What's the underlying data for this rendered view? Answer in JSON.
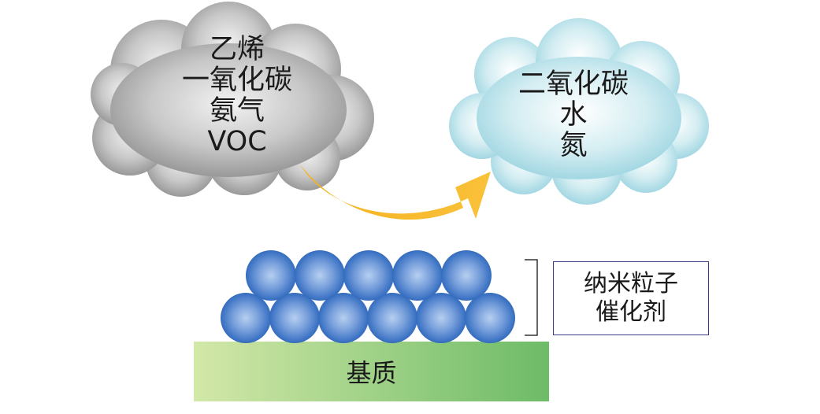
{
  "dirty_cloud": {
    "lines": [
      "乙烯",
      "一氧化碳",
      "氨气",
      "VOC"
    ]
  },
  "clean_cloud": {
    "lines": [
      "二氧化碳",
      "水",
      "氮"
    ]
  },
  "catalyst": {
    "lines": [
      "纳米粒子",
      "催化剂"
    ]
  },
  "substrate": {
    "label": "基质"
  },
  "colors": {
    "dirty_cloud": "#9a9a9a",
    "clean_cloud": "#a8d9e3",
    "arrow": "#f7b52b",
    "particle": "#3f78c4",
    "substrate_start": "#d3e8a8",
    "substrate_end": "#6dbb67",
    "box_border": "#3a3a8c"
  }
}
